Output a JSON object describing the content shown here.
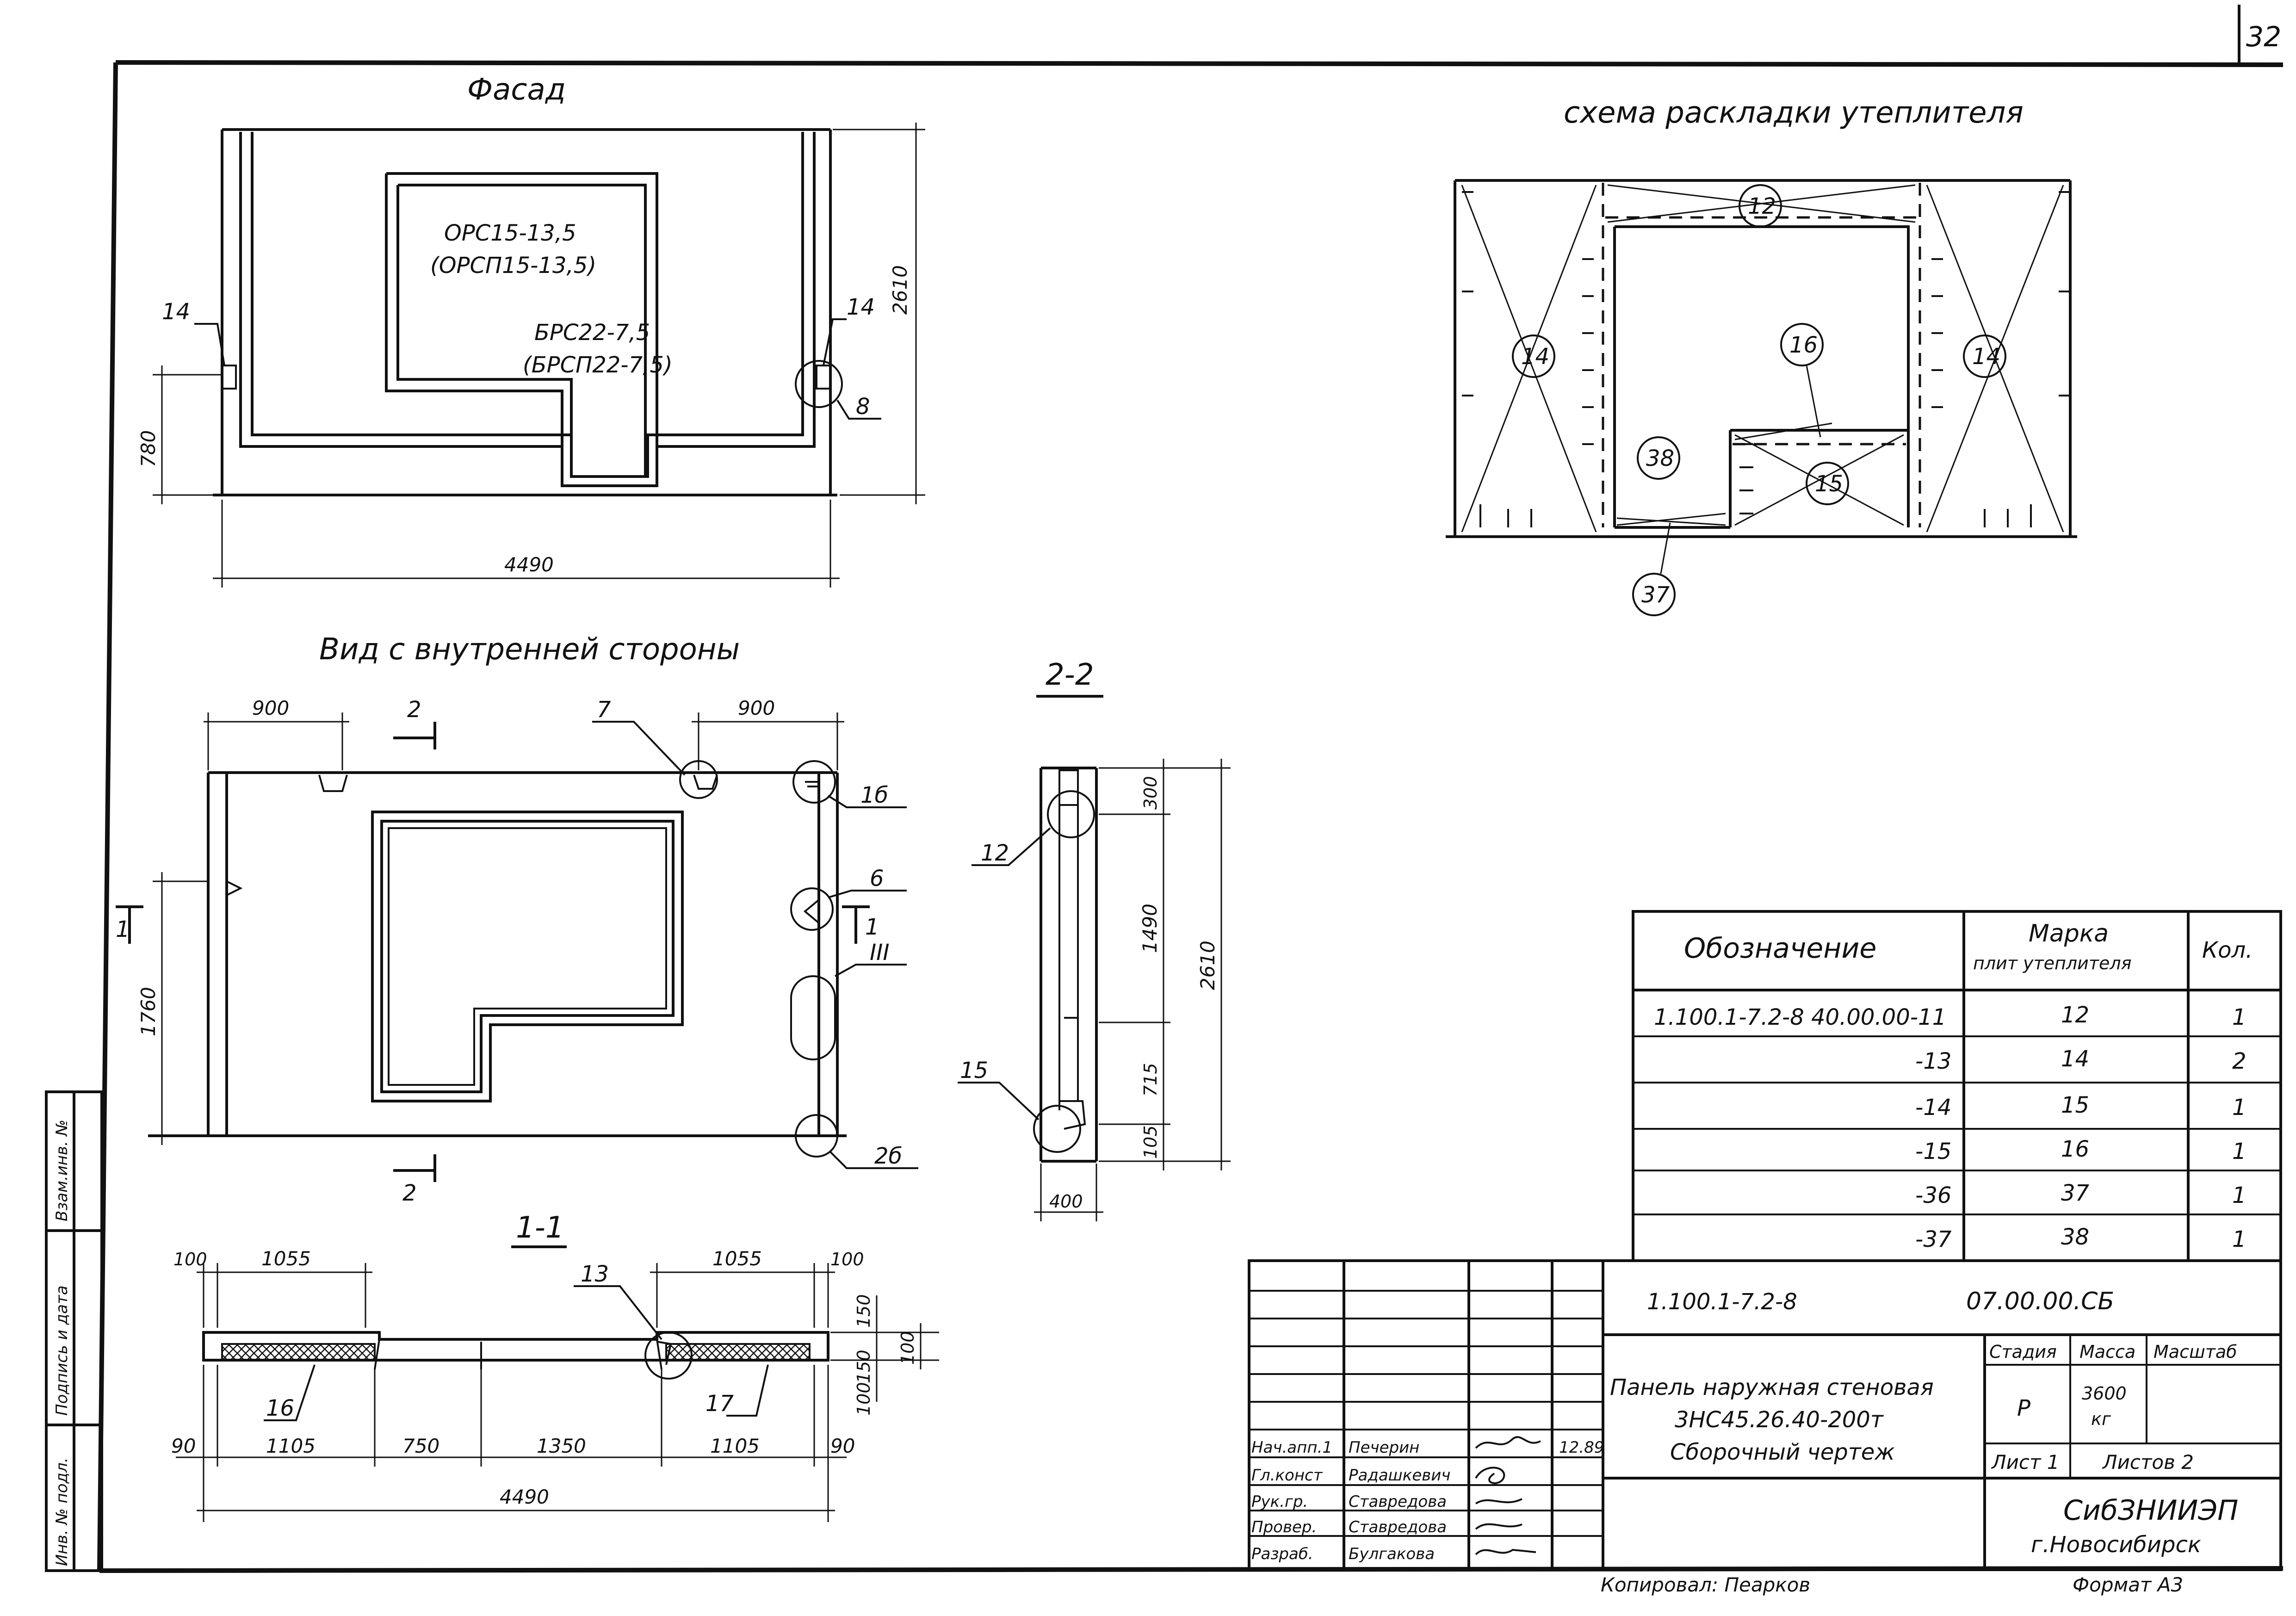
{
  "page_number": "32",
  "facade": {
    "title": "Фасад",
    "window_mark": "ОРС15-13,5",
    "window_mark_alt": "(ОРСП15-13,5)",
    "door_mark": "БРС22-7,5",
    "door_mark_alt": "(БРСП22-7,5)",
    "callout_left": "14",
    "callout_right": "14",
    "callout_8": "8",
    "dim_height": "2610",
    "dim_780": "780",
    "dim_width": "4490"
  },
  "inner_view": {
    "title": "Вид с внутренней стороны",
    "dim_900_left": "900",
    "dim_900_right": "900",
    "cut_2_top": "2",
    "cut_2_bottom": "2",
    "cut_1_left": "1",
    "cut_1_right": "1",
    "callout_7": "7",
    "callout_1b": "1б",
    "callout_6": "6",
    "callout_III": "III",
    "callout_2b": "2б",
    "dim_1760": "1760"
  },
  "section_22": {
    "title": "2-2",
    "callout_12": "12",
    "callout_15": "15",
    "dim_300": "300",
    "dim_1490": "1490",
    "dim_715": "715",
    "dim_105": "105",
    "dim_2610": "2610",
    "dim_400": "400"
  },
  "section_11": {
    "title": "1-1",
    "dim_100_l": "100",
    "dim_1055_l": "1055",
    "dim_1055_r": "1055",
    "dim_100_r": "100",
    "callout_13": "13",
    "callout_16": "16",
    "callout_17": "17",
    "dim_90_l": "90",
    "dim_1105_l": "1105",
    "dim_750": "750",
    "dim_1350": "1350",
    "dim_1105_r": "1105",
    "dim_90_r": "90",
    "dim_4490": "4490",
    "dim_150_a": "150",
    "dim_150_b": "150",
    "dim_100_v": "100",
    "dim_100_h": "100"
  },
  "insulation_scheme": {
    "title": "схема раскладки утеплителя",
    "marks": [
      "12",
      "14",
      "14",
      "16",
      "38",
      "15",
      "37"
    ]
  },
  "spec_table": {
    "headers": [
      "Обозначение",
      "Марка",
      "плит утеплителя",
      "Кол."
    ],
    "rows": [
      {
        "designation": "1.100.1-7.2-8  40.00.00-11",
        "mark": "12",
        "qty": "1"
      },
      {
        "designation": "-13",
        "mark": "14",
        "qty": "2"
      },
      {
        "designation": "-14",
        "mark": "15",
        "qty": "1"
      },
      {
        "designation": "-15",
        "mark": "16",
        "qty": "1"
      },
      {
        "designation": "-36",
        "mark": "37",
        "qty": "1"
      },
      {
        "designation": "-37",
        "mark": "38",
        "qty": "1"
      }
    ]
  },
  "title_block": {
    "code": "1.100.1-7.2-8",
    "doc_number": "07.00.00.СБ",
    "name_line1": "Панель наружная стеновая",
    "name_line2": "3НС45.26.40-200т",
    "name_line3": "Сборочный чертеж",
    "stage_label": "Стадия",
    "mass_label": "Масса",
    "scale_label": "Масштаб",
    "stage": "Р",
    "mass": "3600",
    "mass_unit": "кг",
    "sheet": "Лист 1",
    "sheets": "Листов 2",
    "org": "СибЗНИИЭП",
    "city": "г.Новосибирск",
    "date": "12.89",
    "copied": "Копировал: Пеарков",
    "format": "Формат А3",
    "staff": [
      {
        "role": "Нач.апп.1",
        "name": "Печерин"
      },
      {
        "role": "Гл.конст",
        "name": "Радашкевич"
      },
      {
        "role": "Рук.гр.",
        "name": "Ставредова"
      },
      {
        "role": "Провер.",
        "name": "Ставредова"
      },
      {
        "role": "Разраб.",
        "name": "Булгакова"
      }
    ]
  },
  "side_stamp": {
    "cells": [
      "Инв. № подл.",
      "Подпись и дата",
      "Взам.инв. №"
    ]
  }
}
